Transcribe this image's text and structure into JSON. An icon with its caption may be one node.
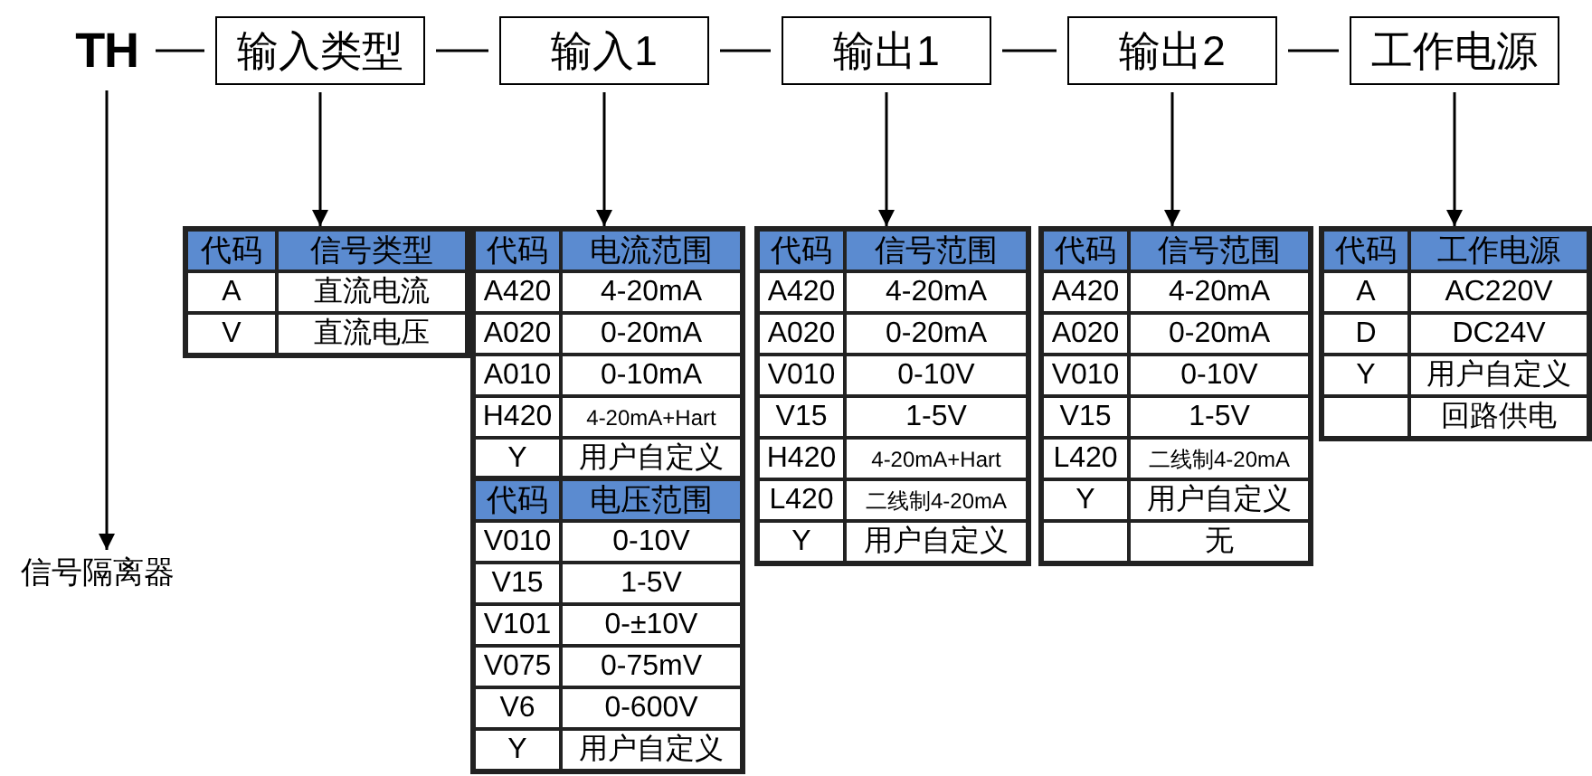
{
  "diagram": {
    "nodes": [
      {
        "text": [
          "TH"
        ]
      },
      {
        "text": [
          "输入类型"
        ]
      },
      {
        "text": [
          "输入1"
        ]
      },
      {
        "text": [
          "输出1"
        ]
      },
      {
        "text": [
          "输出2"
        ]
      },
      {
        "text": [
          "工作电源"
        ]
      },
      {
        "text": [
          "信号隔离器"
        ]
      },
      {
        "text": [],
        "shape": "box"
      },
      {
        "text": [
          "代码"
        ],
        "in": 7
      },
      {
        "text": [
          "信号类型"
        ],
        "in": 7
      },
      {
        "text": [
          "A"
        ],
        "in": 7
      },
      {
        "text": [
          "直流电流"
        ],
        "in": 7
      },
      {
        "text": [
          "V"
        ],
        "in": 7
      },
      {
        "text": [
          "直流电压"
        ],
        "in": 7
      },
      {
        "text": [],
        "shape": "box"
      },
      {
        "text": [
          "代码"
        ],
        "in": 14
      },
      {
        "text": [
          "电流范围"
        ],
        "in": 14
      },
      {
        "text": [
          "A420"
        ],
        "in": 14
      },
      {
        "text": [
          "4-20mA"
        ],
        "in": 14
      },
      {
        "text": [
          "A020"
        ],
        "in": 14
      },
      {
        "text": [
          "0-20mA"
        ],
        "in": 14
      },
      {
        "text": [
          "A010"
        ],
        "in": 14
      },
      {
        "text": [
          "0-10mA"
        ],
        "in": 14
      },
      {
        "text": [
          "H420"
        ],
        "in": 14
      },
      {
        "text": [
          "4-20mA+Hart"
        ],
        "in": 14
      },
      {
        "text": [
          "Y"
        ],
        "in": 14
      },
      {
        "text": [
          "用户自定义"
        ],
        "in": 14
      },
      {
        "text": [],
        "shape": "box"
      },
      {
        "text": [
          "代码"
        ],
        "in": 27
      },
      {
        "text": [
          "电压范围"
        ],
        "in": 27
      },
      {
        "text": [
          "V010"
        ],
        "in": 27
      },
      {
        "text": [
          "0-10V"
        ],
        "in": 27
      },
      {
        "text": [
          "V15"
        ],
        "in": 27
      },
      {
        "text": [
          "1-5V"
        ],
        "in": 27
      },
      {
        "text": [
          "V101"
        ],
        "in": 27
      },
      {
        "text": [
          "0-±10V"
        ],
        "in": 27
      },
      {
        "text": [
          "V075"
        ],
        "in": 27
      },
      {
        "text": [
          "0-75mV"
        ],
        "in": 27
      },
      {
        "text": [
          "V6"
        ],
        "in": 27
      },
      {
        "text": [
          "0-600V"
        ],
        "in": 27
      },
      {
        "text": [
          "Y"
        ],
        "in": 27
      },
      {
        "text": [
          "用户自定义"
        ],
        "in": 27
      },
      {
        "text": [],
        "shape": "box"
      },
      {
        "text": [
          "代码"
        ],
        "in": 42
      },
      {
        "text": [
          "信号范围"
        ],
        "in": 42
      },
      {
        "text": [
          "A420"
        ],
        "in": 42
      },
      {
        "text": [
          "4-20mA"
        ],
        "in": 42
      },
      {
        "text": [
          "A020"
        ],
        "in": 42
      },
      {
        "text": [
          "0-20mA"
        ],
        "in": 42
      },
      {
        "text": [
          "V010"
        ],
        "in": 42
      },
      {
        "text": [
          "0-10V"
        ],
        "in": 42
      },
      {
        "text": [
          "V15"
        ],
        "in": 42
      },
      {
        "text": [
          "1-5V"
        ],
        "in": 42
      },
      {
        "text": [
          "H420"
        ],
        "in": 42
      },
      {
        "text": [
          "4-20mA+Hart"
        ],
        "in": 42
      },
      {
        "text": [
          "L420"
        ],
        "in": 42
      },
      {
        "text": [
          "二线制4-20mA"
        ],
        "in": 42
      },
      {
        "text": [
          "Y"
        ],
        "in": 42
      },
      {
        "text": [
          "用户自定义"
        ],
        "in": 42
      },
      {
        "text": [],
        "shape": "box"
      },
      {
        "text": [
          "代码"
        ],
        "in": 59
      },
      {
        "text": [
          "信号范围"
        ],
        "in": 59
      },
      {
        "text": [
          "A420"
        ],
        "in": 59
      },
      {
        "text": [
          "4-20mA"
        ],
        "in": 59
      },
      {
        "text": [
          "A020"
        ],
        "in": 59
      },
      {
        "text": [
          "0-20mA"
        ],
        "in": 59
      },
      {
        "text": [
          "V010"
        ],
        "in": 59
      },
      {
        "text": [
          "0-10V"
        ],
        "in": 59
      },
      {
        "text": [
          "V15"
        ],
        "in": 59
      },
      {
        "text": [
          "1-5V"
        ],
        "in": 59
      },
      {
        "text": [
          "L420"
        ],
        "in": 59
      },
      {
        "text": [
          "二线制4-20mA"
        ],
        "in": 59
      },
      {
        "text": [
          "Y"
        ],
        "in": 59
      },
      {
        "text": [
          "用户自定义"
        ],
        "in": 59
      },
      {
        "text": [],
        "shape": "box",
        "in": 59
      },
      {
        "text": [
          "无"
        ],
        "in": 59
      },
      {
        "text": [],
        "shape": "box"
      },
      {
        "text": [
          "代码"
        ],
        "in": 76
      },
      {
        "text": [
          "工作电源"
        ],
        "in": 76
      },
      {
        "text": [
          "A"
        ],
        "in": 76
      },
      {
        "text": [
          "AC220V"
        ],
        "in": 76
      },
      {
        "text": [
          "D"
        ],
        "in": 76
      },
      {
        "text": [
          "DC24V"
        ],
        "in": 76
      },
      {
        "text": [
          "Y"
        ],
        "in": 76
      },
      {
        "text": [
          "用户自定义"
        ],
        "in": 76
      },
      {
        "text": [],
        "shape": "box",
        "in": 76
      },
      {
        "text": [
          "回路供电"
        ],
        "in": 76
      }
    ],
    "edges": [
      {
        "from": 0,
        "to": 1,
        "arrow": "none"
      },
      {
        "from": 1,
        "to": 2,
        "arrow": "none"
      },
      {
        "from": 2,
        "to": 3,
        "arrow": "none"
      },
      {
        "from": 3,
        "to": 4,
        "arrow": "none"
      },
      {
        "from": 4,
        "to": 5,
        "arrow": "none"
      },
      {
        "from": 0,
        "to": 6,
        "arrow": "to"
      },
      {
        "from": 1,
        "to": 7,
        "arrow": "to"
      },
      {
        "from": 2,
        "to": 14,
        "arrow": "to"
      },
      {
        "from": 3,
        "to": 42,
        "arrow": "to"
      },
      {
        "from": 4,
        "to": 59,
        "arrow": "to"
      },
      {
        "from": 5,
        "to": 76,
        "arrow": "to"
      }
    ]
  }
}
